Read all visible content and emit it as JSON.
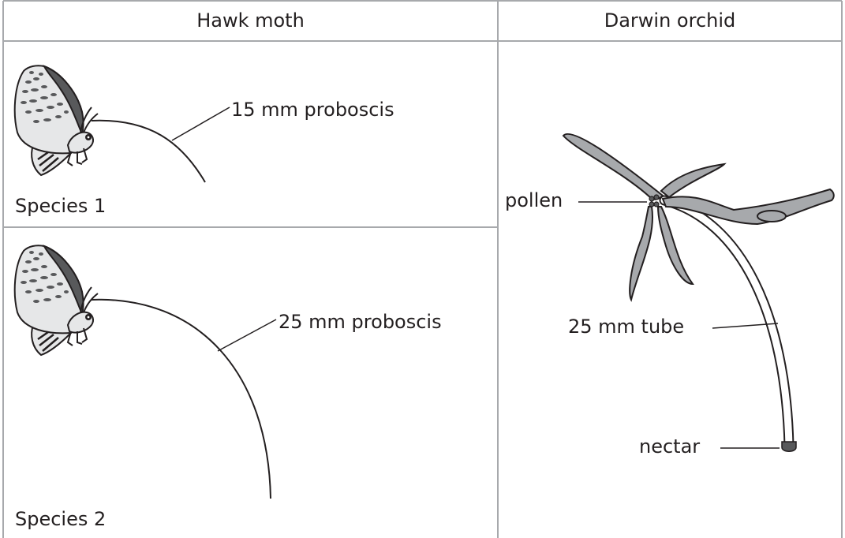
{
  "table": {
    "headers": {
      "left": "Hawk moth",
      "right": "Darwin orchid"
    },
    "rows": [
      {
        "species_label": "Species 1",
        "proboscis_label": "15 mm proboscis"
      },
      {
        "species_label": "Species 2",
        "proboscis_label": "25 mm proboscis"
      }
    ]
  },
  "orchid": {
    "pollen_label": "pollen",
    "tube_label": "25 mm tube",
    "nectar_label": "nectar"
  },
  "colors": {
    "grid": "#a7a9ac",
    "ink": "#231f20",
    "petal": "#a7a9ac",
    "wing_light": "#e6e7e8",
    "wing_dark": "#58595b"
  },
  "icons": {
    "moth": "hawk-moth-illustration",
    "orchid": "darwin-orchid-illustration"
  }
}
